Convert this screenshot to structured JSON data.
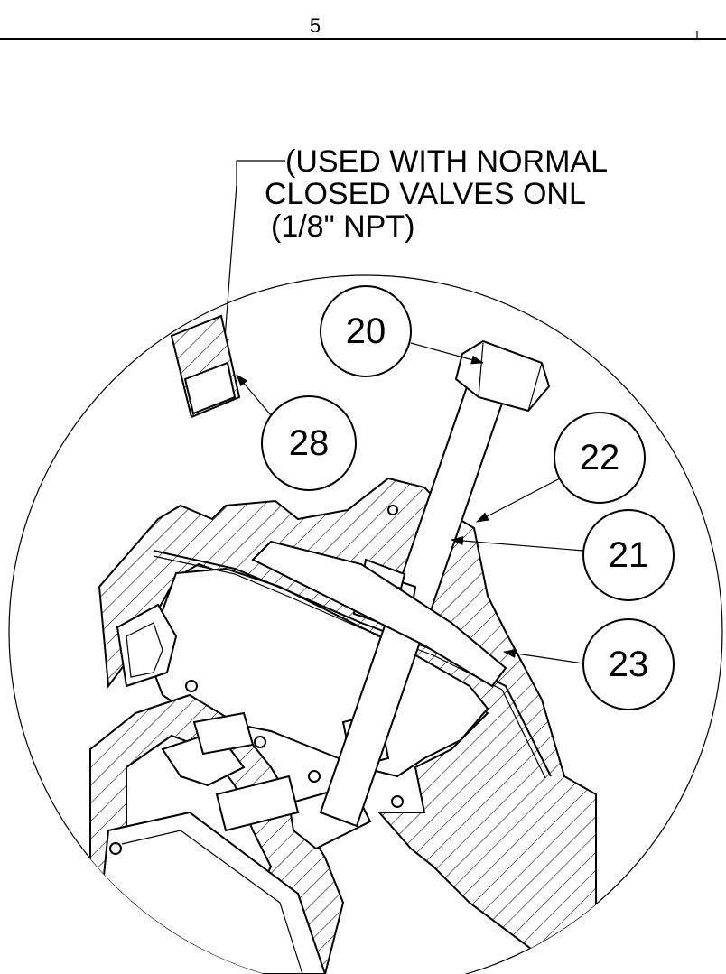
{
  "sheet": {
    "zone_number": "5"
  },
  "note": {
    "lines": [
      "(USED WITH NORMAL",
      "CLOSED VALVES ONL",
      " (1/8\" NPT)"
    ]
  },
  "callouts": [
    {
      "id": "20",
      "label": "20"
    },
    {
      "id": "28",
      "label": "28"
    },
    {
      "id": "22",
      "label": "22"
    },
    {
      "id": "21",
      "label": "21"
    },
    {
      "id": "23",
      "label": "23"
    }
  ]
}
